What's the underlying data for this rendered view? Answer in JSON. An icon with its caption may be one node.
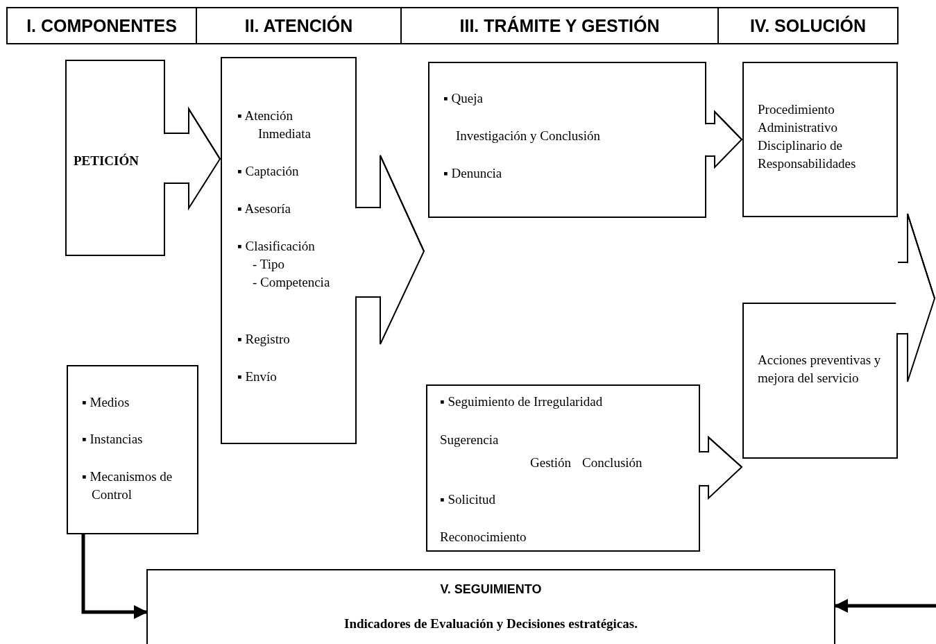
{
  "diagram": {
    "nodes": [
      {
        "text": [
          "I. COMPONENTES"
        ]
      },
      {
        "text": [
          "II. ATENCIÓN"
        ]
      },
      {
        "text": [
          "III. TRÁMITE Y GESTIÓN"
        ]
      },
      {
        "text": [
          "IV. SOLUCIÓN"
        ]
      },
      {
        "text": [
          "PETICIÓN"
        ]
      },
      {
        "text": [
          "▪ Atención Inmediata",
          "▪ Captación",
          "▪ Asesoría",
          "▪ Clasificación",
          "- Tipo",
          "- Competencia",
          "▪ Registro",
          "▪ Envío"
        ]
      },
      {
        "text": [
          "▪ Queja",
          "Investigación y Conclusión",
          "▪ Denuncia"
        ]
      },
      {
        "text": [
          "Procedimiento Administrativo Disciplinario de Responsabilidades"
        ]
      },
      {
        "text": [
          "▪ Seguimiento de Irregularidad",
          "Sugerencia",
          "Gestión",
          "Conclusión",
          "▪ Solicitud",
          "Reconocimiento"
        ]
      },
      {
        "text": [
          "Acciones preventivas y mejora del servicio"
        ]
      },
      {
        "text": [
          "▪ Medios",
          "▪ Instancias",
          "▪ Mecanismos de Control"
        ]
      },
      {
        "text": [
          "V. SEGUIMIENTO",
          "Indicadores de Evaluación y Decisiones estratégicas."
        ]
      }
    ],
    "edges": [
      {
        "from": 4,
        "to": 5,
        "arrow": "to"
      },
      {
        "from": 5,
        "to": null,
        "arrow": "to"
      },
      {
        "from": 6,
        "to": 7,
        "arrow": "to"
      },
      {
        "from": 8,
        "to": 9,
        "arrow": "to"
      },
      {
        "from": 9,
        "to": null,
        "arrow": "to"
      },
      {
        "from": 10,
        "to": 11,
        "arrow": "to",
        "style": "thick"
      },
      {
        "from": null,
        "to": 11,
        "arrow": "to",
        "style": "thick"
      }
    ]
  }
}
